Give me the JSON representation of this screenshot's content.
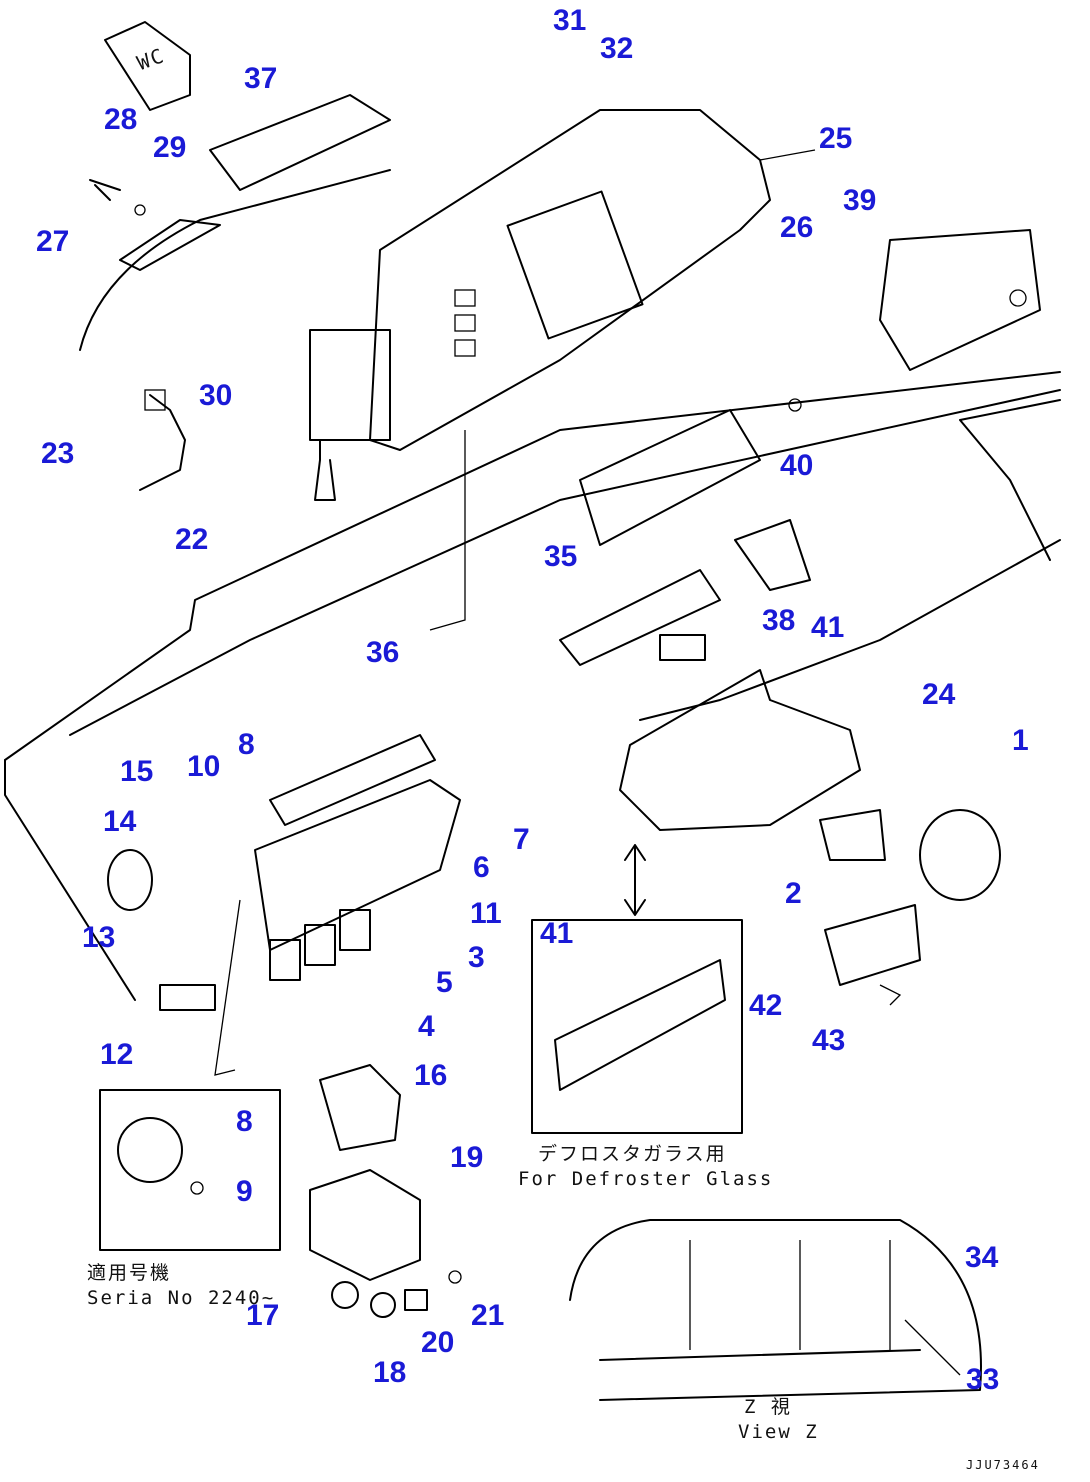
{
  "diagram": {
    "callouts": [
      "31",
      "32",
      "37",
      "28",
      "29",
      "25",
      "27",
      "26",
      "39",
      "30",
      "23",
      "40",
      "22",
      "35",
      "38",
      "41",
      "36",
      "24",
      "8",
      "1",
      "15",
      "10",
      "14",
      "7",
      "6",
      "11",
      "2",
      "13",
      "3",
      "5",
      "42",
      "43",
      "12",
      "4",
      "16",
      "41",
      "8",
      "19",
      "9",
      "17",
      "21",
      "20",
      "18",
      "34",
      "33"
    ],
    "inset_serial": {
      "line1": "適用号機",
      "line2": "Seria No 2240~"
    },
    "inset_defroster": {
      "line1": "デフロスタガラス用",
      "line2": "For Defroster Glass"
    },
    "inset_view": {
      "line1": "Z 視",
      "line2": "View Z"
    },
    "part_tag": "WC",
    "drawing_id": "JJU73464"
  }
}
